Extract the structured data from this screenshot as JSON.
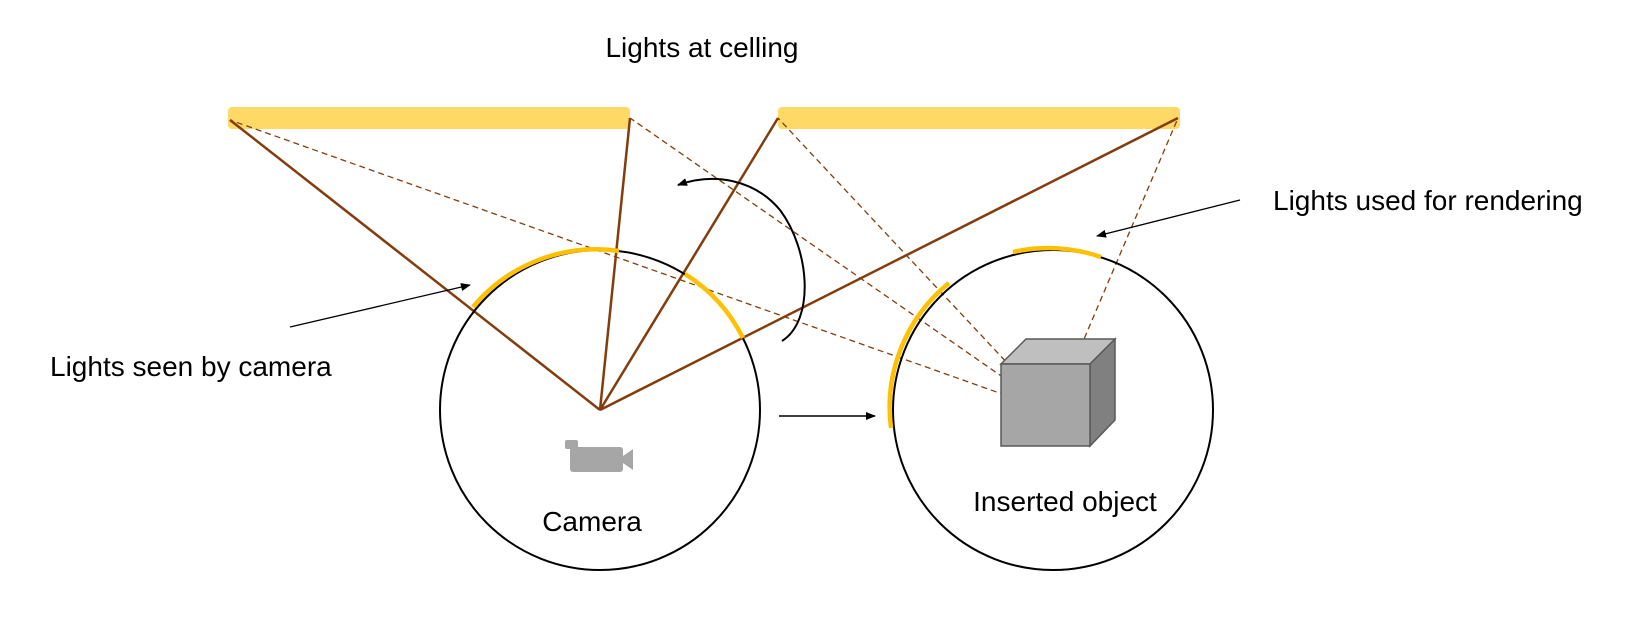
{
  "labels": {
    "ceiling_lights": "Lights at celling",
    "lights_rendering": "Lights used for rendering",
    "lights_seen": "Lights seen by camera",
    "camera": "Camera",
    "inserted_object": "Inserted object"
  },
  "colors": {
    "light_fill": "#FFD966",
    "light_arc": "#FFC000",
    "ray": "#843C0C",
    "outline": "#000000",
    "camera_icon": "#A6A6A6",
    "cube_front": "#A6A6A6",
    "cube_top": "#BFBFBF",
    "cube_side": "#808080"
  },
  "icons": [
    "camera-icon",
    "cube-icon",
    "rotation-arrow-icon",
    "pointer-arrow-icon"
  ]
}
